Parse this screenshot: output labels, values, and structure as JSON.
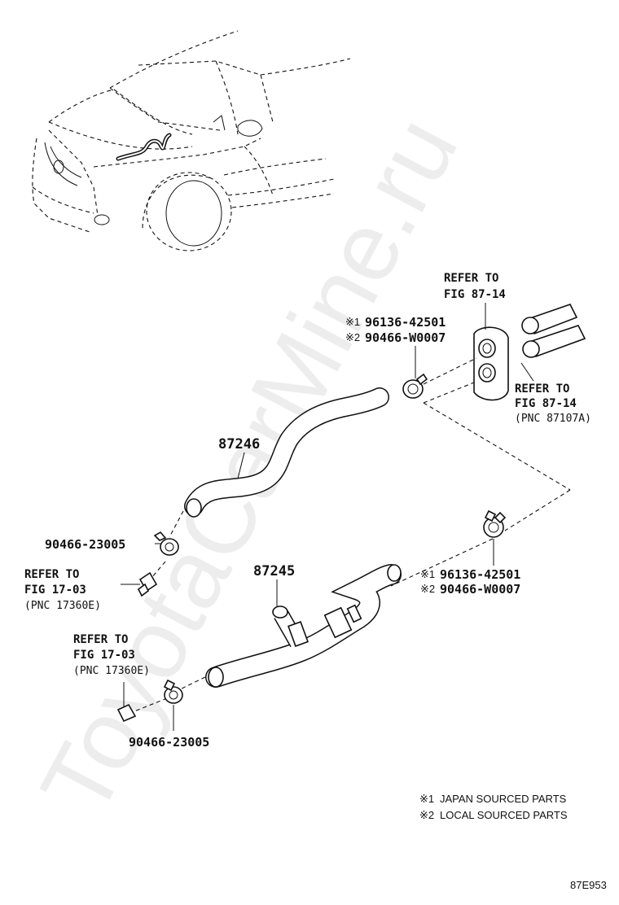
{
  "watermark": "ToyotaCarMine.ru",
  "figure_code": "87E953",
  "parts": {
    "hose_upper": "87246",
    "hose_lower": "87245",
    "clamp_upper_left": "90466-23005",
    "clamp_lower_left": "90466-23005",
    "clamp_upper_right": {
      "mark1": "※1",
      "num1": "96136-42501",
      "mark2": "※2",
      "num2": "90466-W0007"
    },
    "clamp_lower_right": {
      "mark1": "※1",
      "num1": "96136-42501",
      "mark2": "※2",
      "num2": "90466-W0007"
    }
  },
  "refs": {
    "grommet": {
      "line1": "REFER TO",
      "line2": "FIG 87-14"
    },
    "pipes": {
      "line1": "REFER TO",
      "line2": "FIG 87-14",
      "line3": "(PNC 87107A)"
    },
    "nozzle_upper": {
      "line1": "REFER TO",
      "line2": "FIG 17-03",
      "line3": "(PNC 17360E)"
    },
    "nozzle_lower": {
      "line1": "REFER TO",
      "line2": "FIG 17-03",
      "line3": "(PNC 17360E)"
    }
  },
  "legend": [
    {
      "mark": "※1",
      "text": "JAPAN SOURCED PARTS"
    },
    {
      "mark": "※2",
      "text": "LOCAL SOURCED PARTS"
    }
  ]
}
